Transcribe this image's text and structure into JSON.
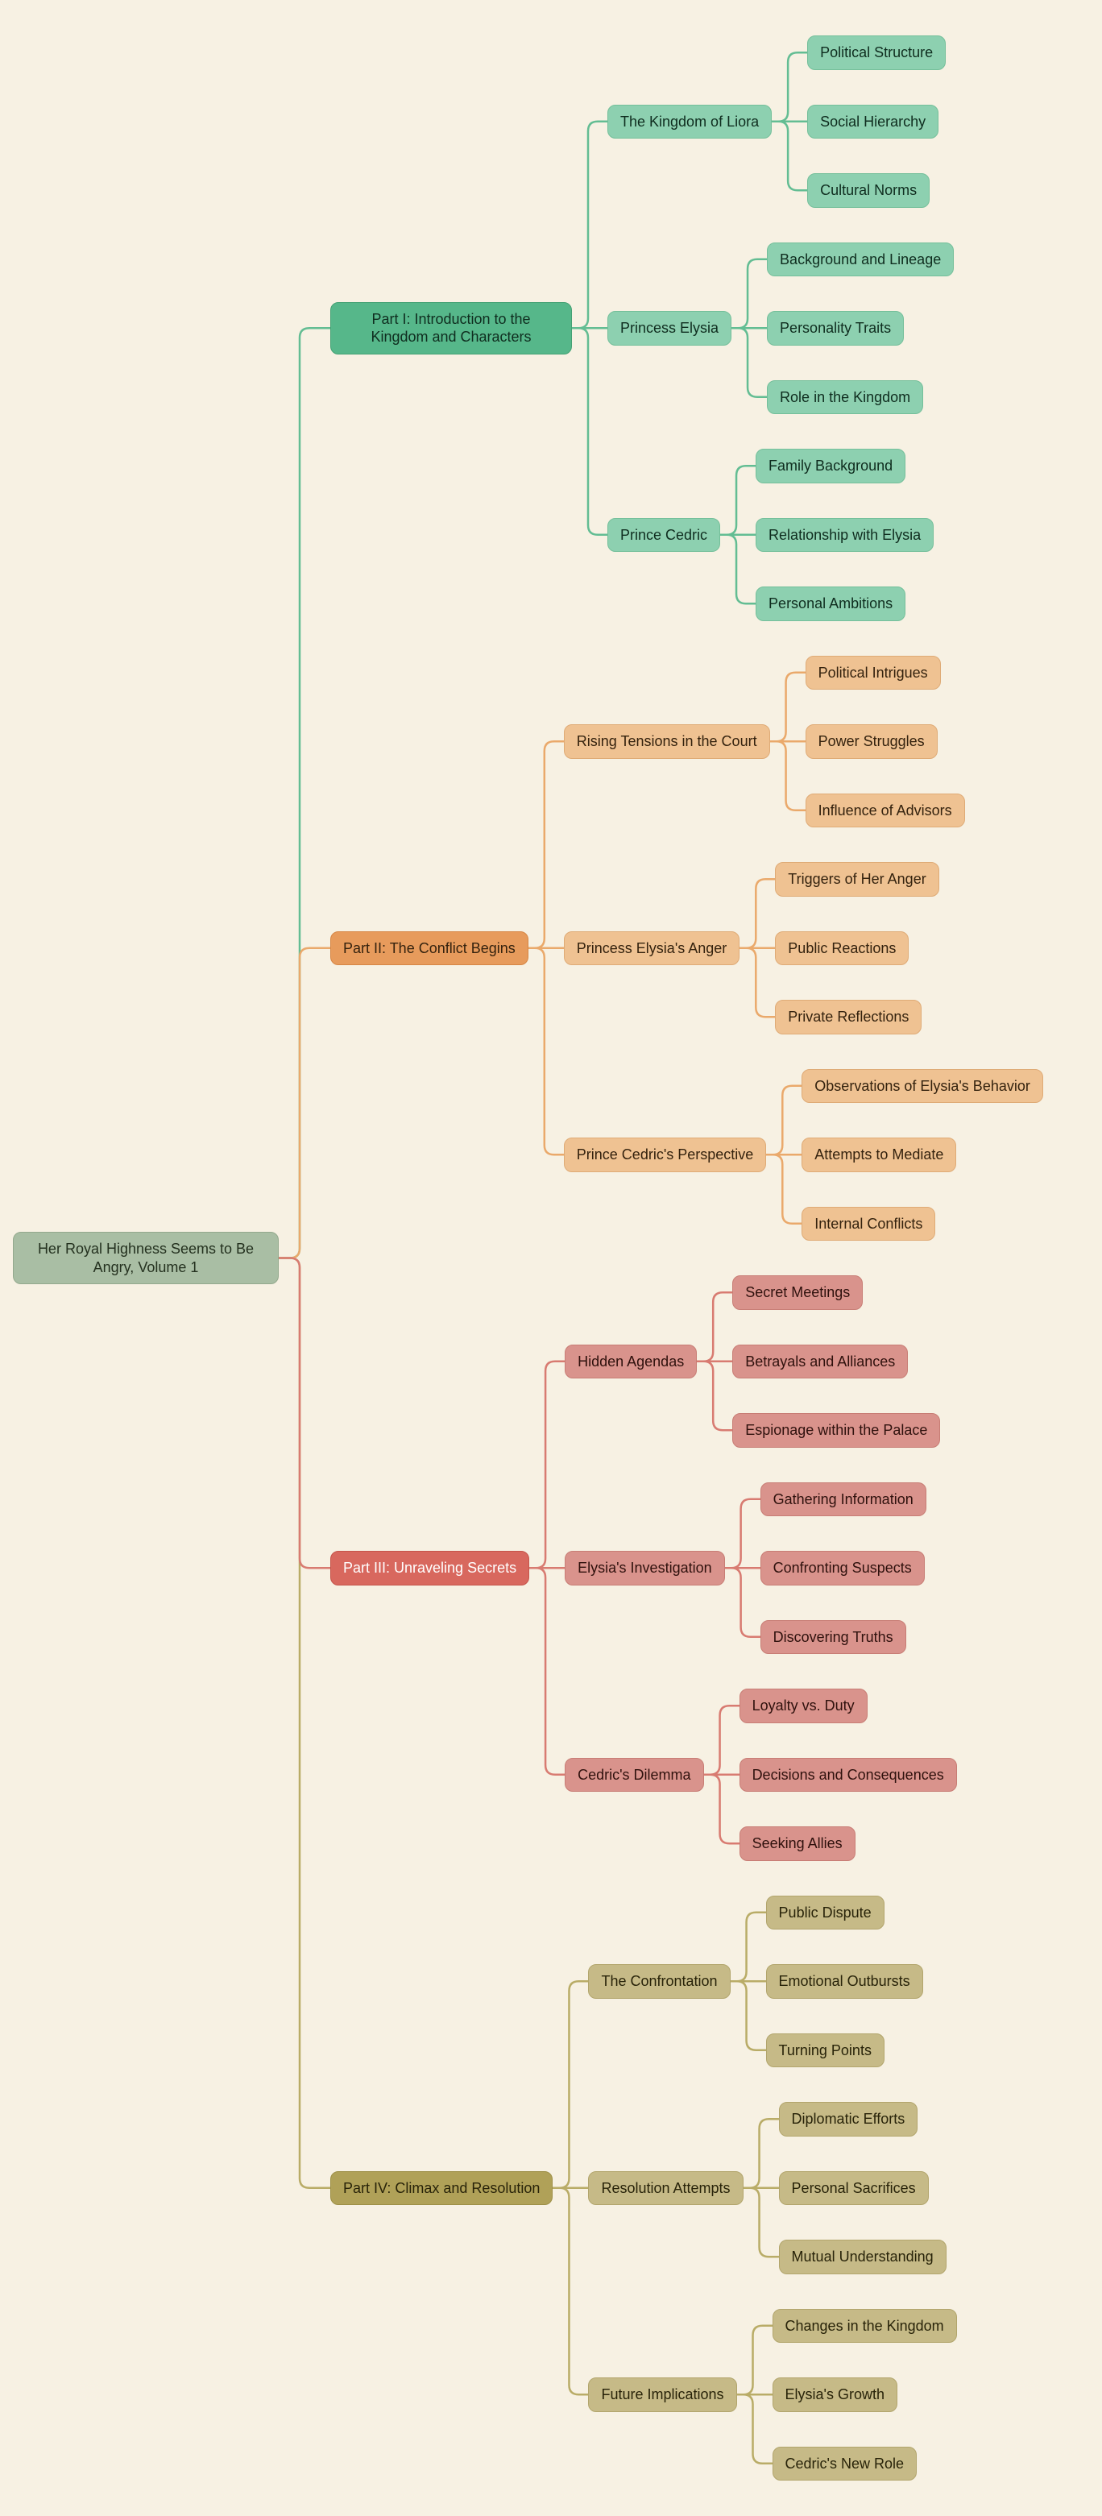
{
  "background": "#f7f1e3",
  "themes": {
    "root": {
      "fill": "#a9bea4",
      "border": "#93a98d",
      "text": "#24311f",
      "line": "#a9bea4"
    },
    "part1": {
      "header": "#56b78a",
      "headerBorder": "#44a174",
      "headerText": "#0f2d1f",
      "child": "#8dd0b0",
      "childBorder": "#74bf9a",
      "childText": "#0f2d1f",
      "line": "#63bd93"
    },
    "part2": {
      "header": "#e79b5c",
      "headerBorder": "#d68645",
      "headerText": "#34220e",
      "child": "#efc292",
      "childBorder": "#dfab76",
      "childText": "#34220e",
      "line": "#eaa96b"
    },
    "part3": {
      "header": "#d8685e",
      "headerBorder": "#c5544a",
      "headerText": "#ffffff",
      "child": "#d9938c",
      "childBorder": "#c87d75",
      "childText": "#2f110d",
      "line": "#d87b71"
    },
    "part4": {
      "header": "#b0a158",
      "headerBorder": "#9d8f46",
      "headerText": "#282309",
      "child": "#c6ba87",
      "childBorder": "#b2a56c",
      "childText": "#282309",
      "line": "#b9ac67"
    }
  },
  "mindmap": {
    "label": "Her Royal Highness Seems to Be Angry, Volume 1",
    "theme": "root",
    "children": [
      {
        "label": "Part I: Introduction to the Kingdom and Characters",
        "theme": "part1",
        "children": [
          {
            "label": "The Kingdom of Liora",
            "children": [
              {
                "label": "Political Structure"
              },
              {
                "label": "Social Hierarchy"
              },
              {
                "label": "Cultural Norms"
              }
            ]
          },
          {
            "label": "Princess Elysia",
            "children": [
              {
                "label": "Background and Lineage"
              },
              {
                "label": "Personality Traits"
              },
              {
                "label": "Role in the Kingdom"
              }
            ]
          },
          {
            "label": "Prince Cedric",
            "children": [
              {
                "label": "Family Background"
              },
              {
                "label": "Relationship with Elysia"
              },
              {
                "label": "Personal Ambitions"
              }
            ]
          }
        ]
      },
      {
        "label": "Part II: The Conflict Begins",
        "theme": "part2",
        "children": [
          {
            "label": "Rising Tensions in the Court",
            "children": [
              {
                "label": "Political Intrigues"
              },
              {
                "label": "Power Struggles"
              },
              {
                "label": "Influence of Advisors"
              }
            ]
          },
          {
            "label": "Princess Elysia's Anger",
            "children": [
              {
                "label": "Triggers of Her Anger"
              },
              {
                "label": "Public Reactions"
              },
              {
                "label": "Private Reflections"
              }
            ]
          },
          {
            "label": "Prince Cedric's Perspective",
            "children": [
              {
                "label": "Observations of Elysia's Behavior"
              },
              {
                "label": "Attempts to Mediate"
              },
              {
                "label": "Internal Conflicts"
              }
            ]
          }
        ]
      },
      {
        "label": "Part III: Unraveling Secrets",
        "theme": "part3",
        "children": [
          {
            "label": "Hidden Agendas",
            "children": [
              {
                "label": "Secret Meetings"
              },
              {
                "label": "Betrayals and Alliances"
              },
              {
                "label": "Espionage within the Palace"
              }
            ]
          },
          {
            "label": "Elysia's Investigation",
            "children": [
              {
                "label": "Gathering Information"
              },
              {
                "label": "Confronting Suspects"
              },
              {
                "label": "Discovering Truths"
              }
            ]
          },
          {
            "label": "Cedric's Dilemma",
            "children": [
              {
                "label": "Loyalty vs. Duty"
              },
              {
                "label": "Decisions and Consequences"
              },
              {
                "label": "Seeking Allies"
              }
            ]
          }
        ]
      },
      {
        "label": "Part IV: Climax and Resolution",
        "theme": "part4",
        "children": [
          {
            "label": "The Confrontation",
            "children": [
              {
                "label": "Public Dispute"
              },
              {
                "label": "Emotional Outbursts"
              },
              {
                "label": "Turning Points"
              }
            ]
          },
          {
            "label": "Resolution Attempts",
            "children": [
              {
                "label": "Diplomatic Efforts"
              },
              {
                "label": "Personal Sacrifices"
              },
              {
                "label": "Mutual Understanding"
              }
            ]
          },
          {
            "label": "Future Implications",
            "children": [
              {
                "label": "Changes in the Kingdom"
              },
              {
                "label": "Elysia's Growth"
              },
              {
                "label": "Cedric's New Role"
              }
            ]
          }
        ]
      }
    ]
  }
}
